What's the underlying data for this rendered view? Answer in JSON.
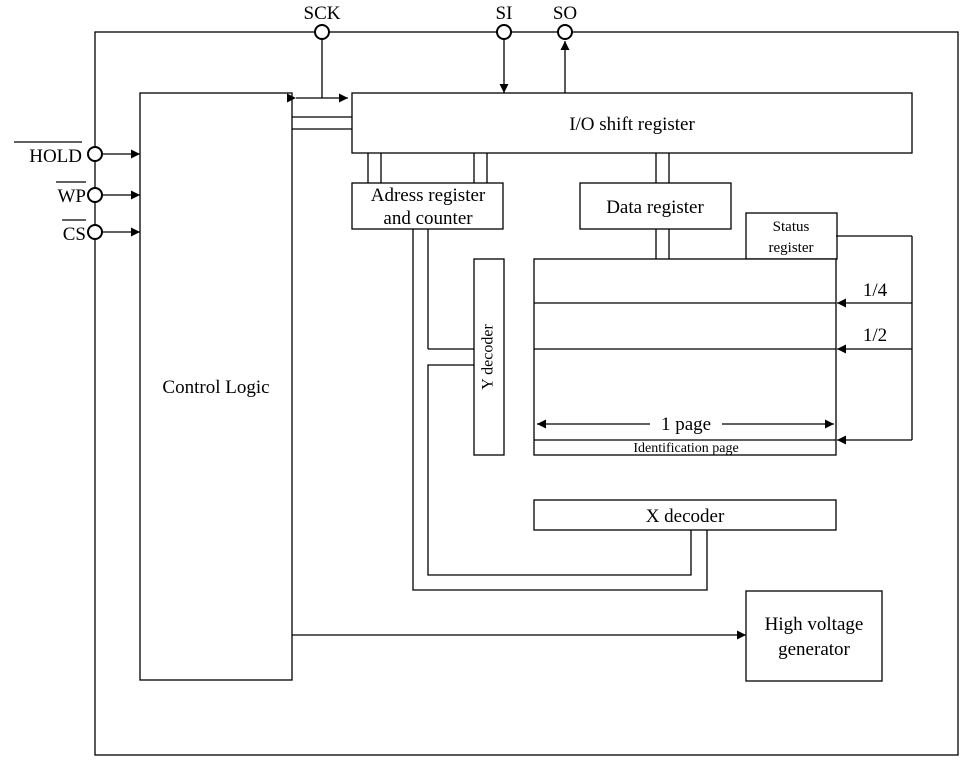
{
  "pins": {
    "sck": "SCK",
    "si": "SI",
    "so": "SO",
    "hold": "HOLD",
    "wp": "WP",
    "cs": "CS"
  },
  "blocks": {
    "control_logic": "Control Logic",
    "io_shift_register": "I/O shift register",
    "address_register_line1": "Adress register",
    "address_register_line2": "and counter",
    "data_register": "Data register",
    "status_register_line1": "Status",
    "status_register_line2": "register",
    "y_decoder": "Y decoder",
    "x_decoder": "X decoder",
    "high_voltage_line1": "High voltage",
    "high_voltage_line2": "generator"
  },
  "memory_array": {
    "quarter_label": "1/4",
    "half_label": "1/2",
    "page_label": "1 page",
    "identification_page": "Identification page"
  }
}
